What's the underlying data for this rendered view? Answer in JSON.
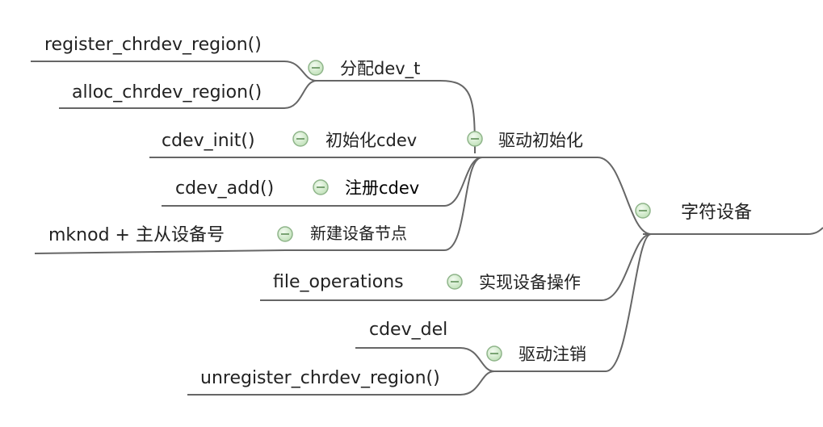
{
  "mindmap": {
    "root": {
      "label": "字符设备"
    },
    "branches": [
      {
        "key": "driver_init",
        "label": "驱动初始化",
        "children": [
          {
            "key": "alloc_devt",
            "label": "分配dev_t",
            "leaves": [
              "register_chrdev_region()",
              "alloc_chrdev_region()"
            ]
          },
          {
            "key": "init_cdev",
            "label": "初始化cdev",
            "leaves": [
              "cdev_init()"
            ]
          },
          {
            "key": "register_cdev",
            "label": "注册cdev",
            "leaves": [
              "cdev_add()"
            ]
          },
          {
            "key": "create_node",
            "label": "新建设备节点",
            "leaves": [
              "mknod + 主从设备号"
            ]
          }
        ]
      },
      {
        "key": "implement_ops",
        "label": "实现设备操作",
        "leaves": [
          "file_operations"
        ]
      },
      {
        "key": "driver_unregister",
        "label": "驱动注销",
        "leaves": [
          "cdev_del",
          "unregister_chrdev_region()"
        ]
      }
    ]
  },
  "colors": {
    "line": "#666666",
    "text": "#222222",
    "collapse_button": "#cfe8c8"
  },
  "icons": {
    "collapse": "minus-circle-icon"
  }
}
